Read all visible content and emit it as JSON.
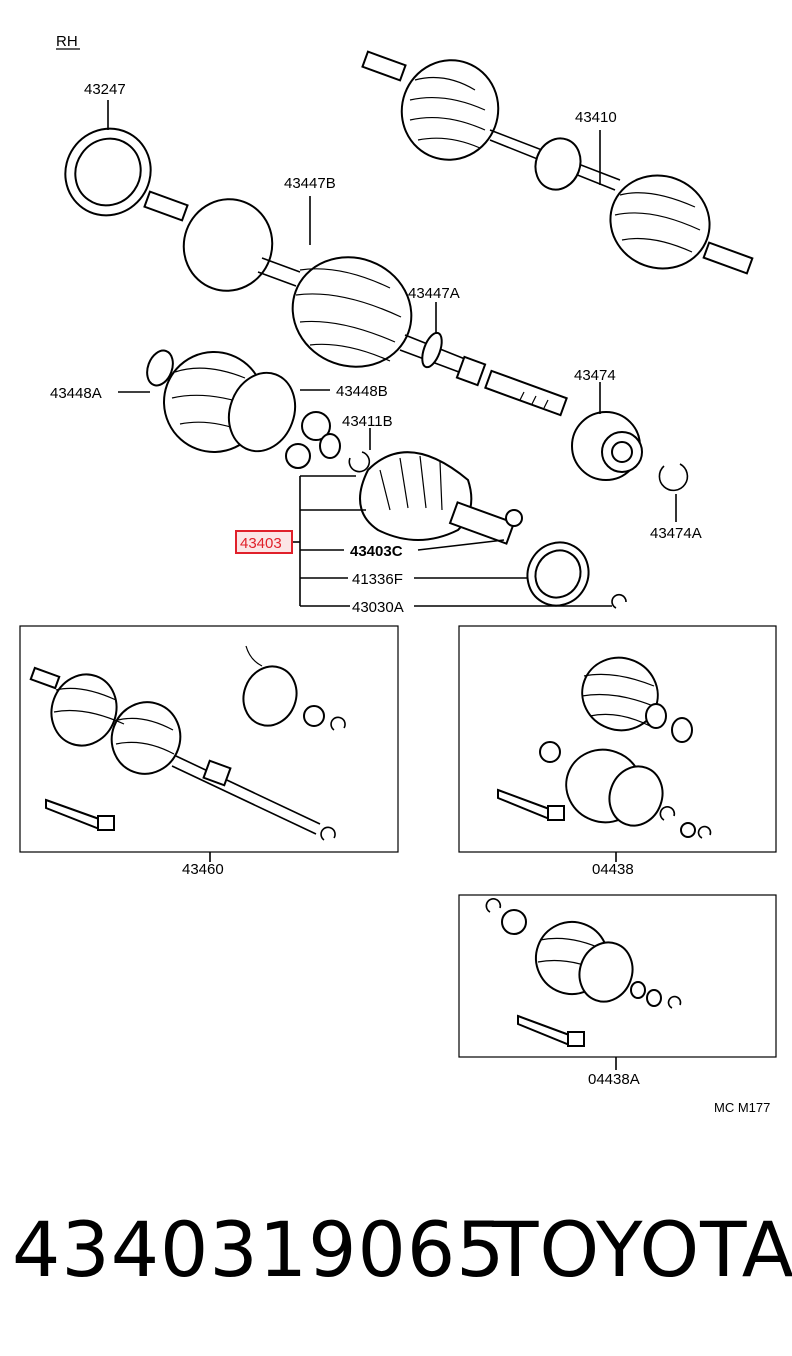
{
  "diagram": {
    "side_label": "RH",
    "figure_code": "MC M177",
    "highlight_color": "#e0202a",
    "labels": {
      "p43247": "43247",
      "p43410": "43410",
      "p43447B": "43447B",
      "p43447A": "43447A",
      "p43448A": "43448A",
      "p43448B": "43448B",
      "p43411B": "43411B",
      "p43474": "43474",
      "p43474A": "43474A",
      "p43403": "43403",
      "p43403C": "43403C",
      "p41336F": "41336F",
      "p43030A": "43030A",
      "p43460": "43460",
      "p04438": "04438",
      "p04438A": "04438A"
    }
  },
  "footer": {
    "part_number": "4340319065",
    "brand": "TOYOTA"
  }
}
